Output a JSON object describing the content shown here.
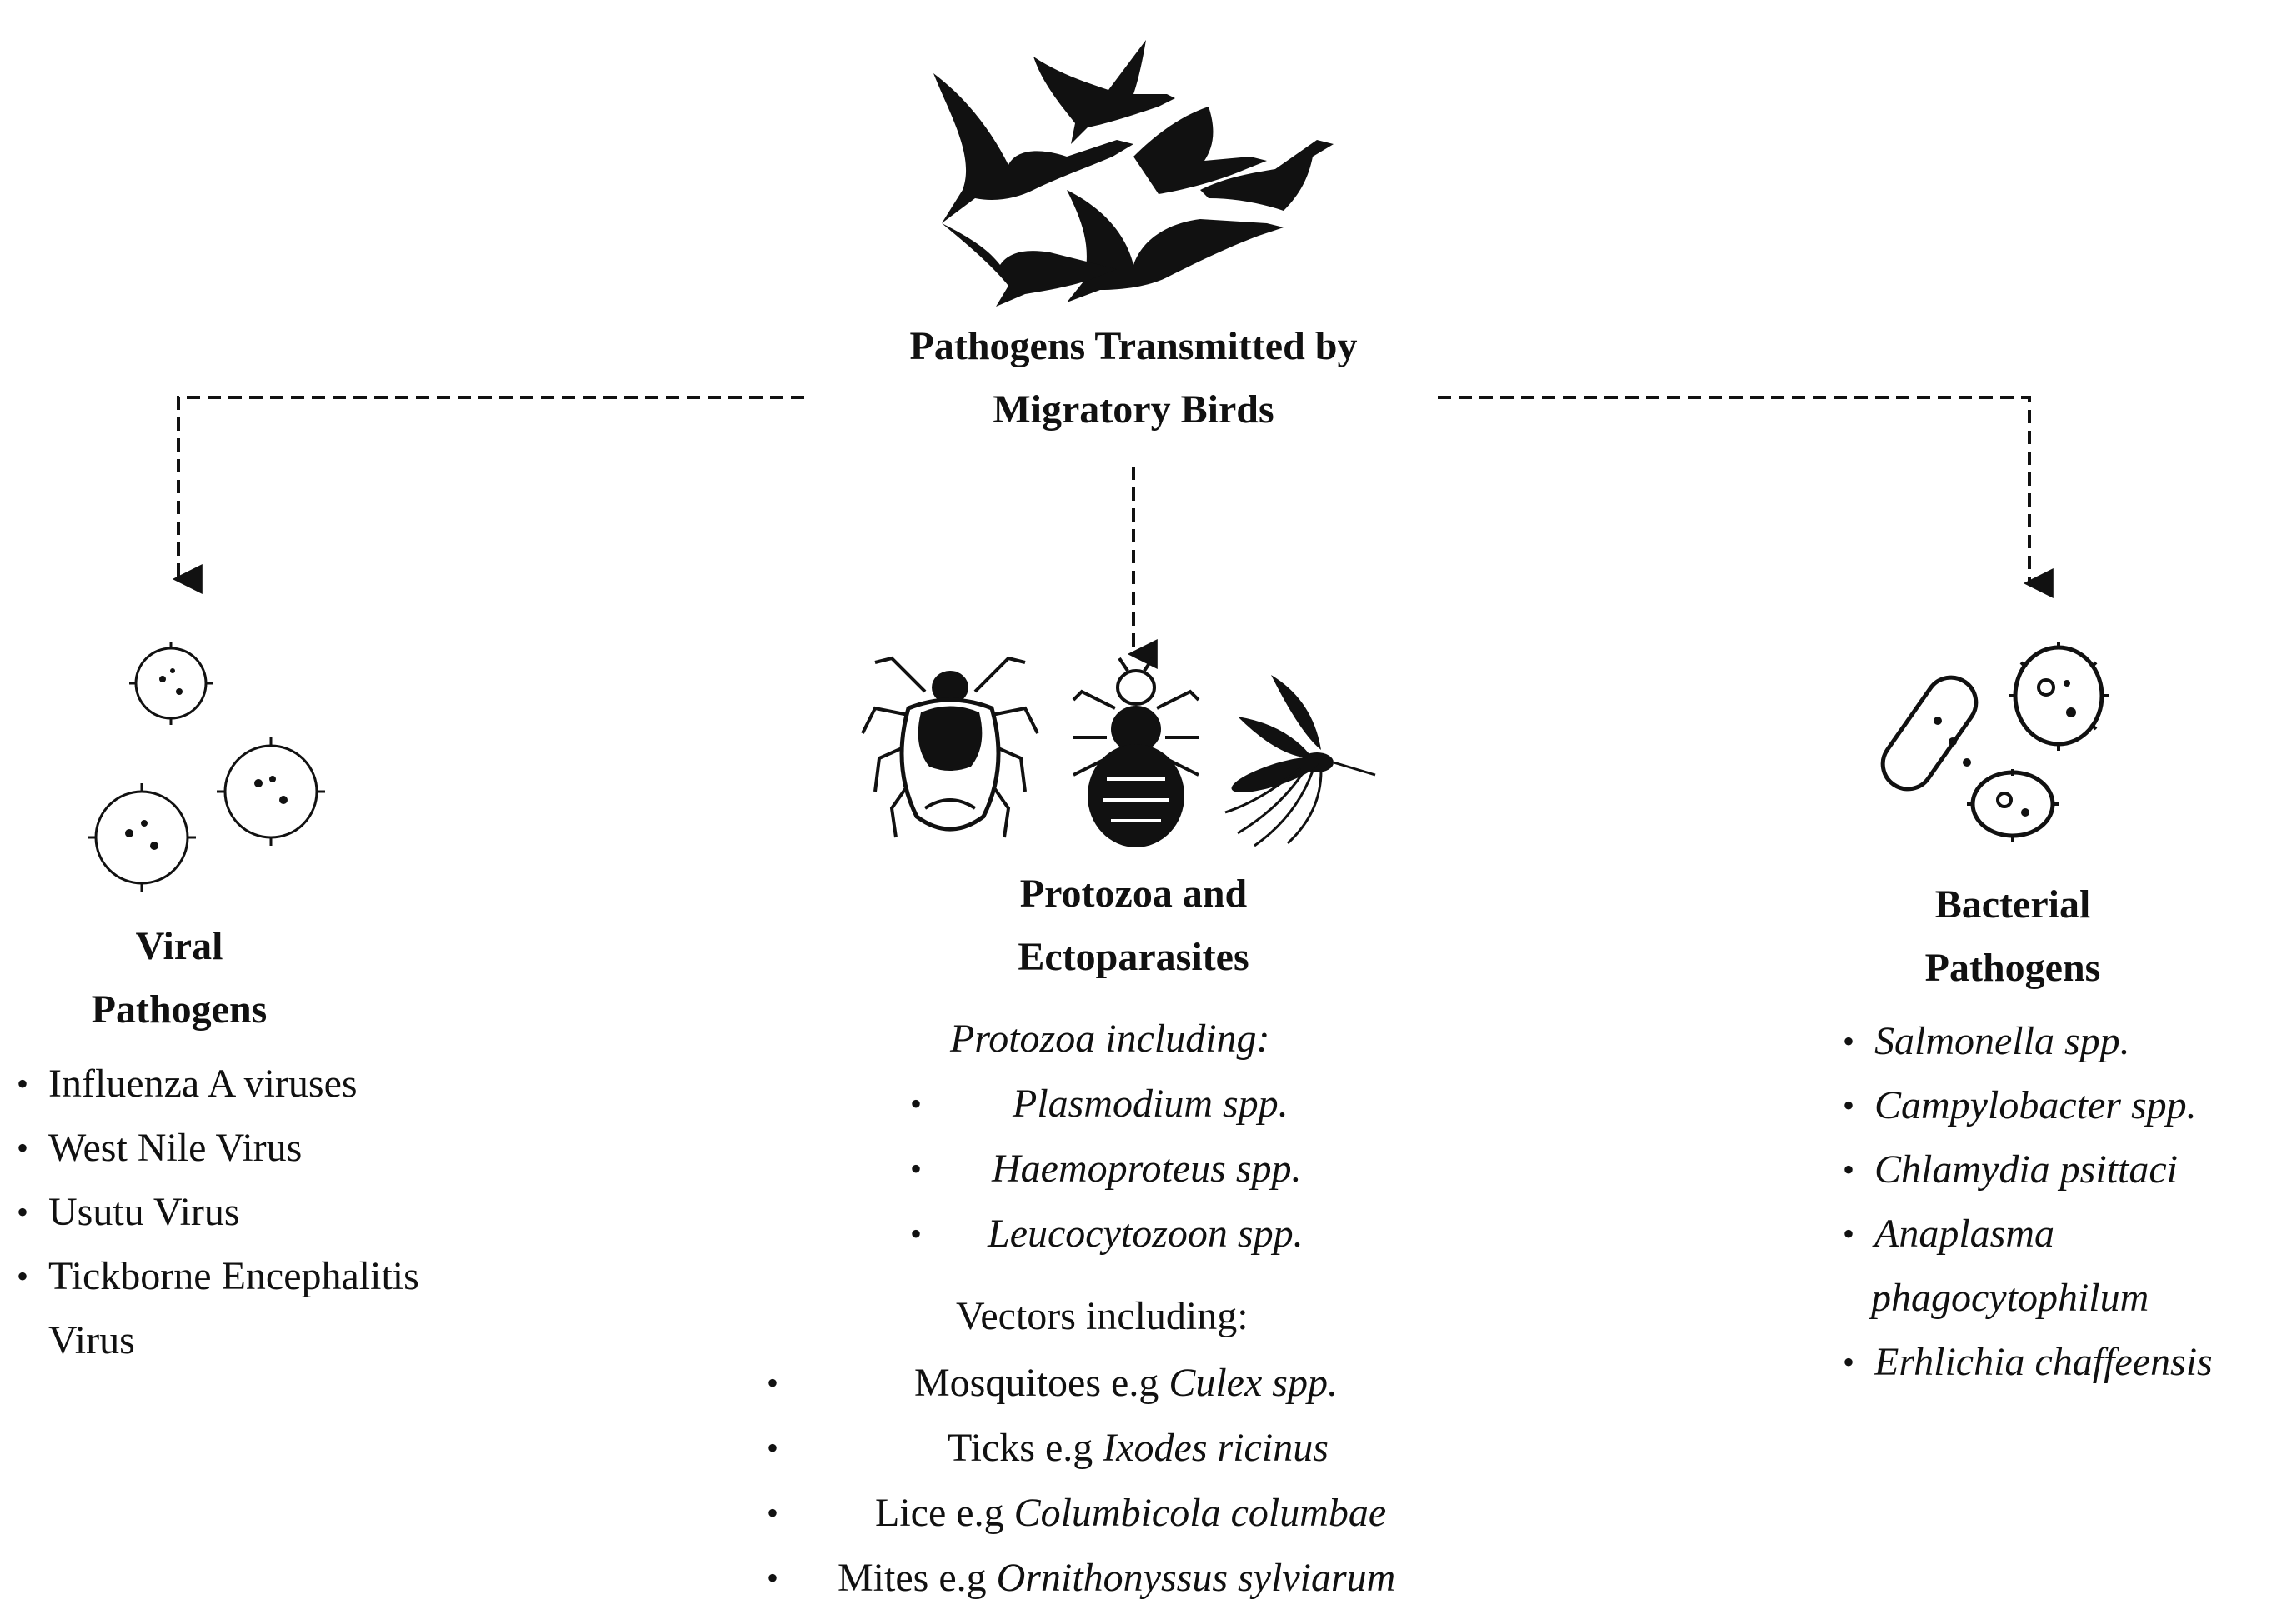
{
  "center": {
    "title_line1": "Pathogens Transmitted by",
    "title_line2": "Migratory Birds",
    "icon": "migratory-birds-icon"
  },
  "viral": {
    "title_line1": "Viral",
    "title_line2": "Pathogens",
    "icon": "virus-icon",
    "items": [
      "Influenza A viruses",
      "West Nile Virus",
      "Usutu Virus",
      "Tickborne Encephalitis",
      "Virus"
    ]
  },
  "protozoa": {
    "title_line1": "Protozoa and",
    "title_line2": "Ectoparasites",
    "icons": [
      "tick-icon",
      "louse-icon",
      "mosquito-icon"
    ],
    "protozoa_heading": "Protozoa including:",
    "protozoa_items": [
      "Plasmodium spp.",
      "Haemoproteus spp.",
      "Leucocytozoon spp."
    ],
    "vectors_heading": "Vectors including:",
    "vectors": [
      {
        "prefix": "Mosquitoes e.g",
        "species": "Culex spp."
      },
      {
        "prefix": "Ticks e.g",
        "species": "Ixodes ricinus"
      },
      {
        "prefix": "Lice e.g",
        "species": "Columbicola columbae"
      },
      {
        "prefix": "Mites e.g",
        "species": "Ornithonyssus sylviarum"
      }
    ]
  },
  "bacterial": {
    "title_line1": "Bacterial",
    "title_line2": "Pathogens",
    "icon": "bacteria-icon",
    "items": [
      "Salmonella spp.",
      "Campylobacter spp.",
      "Chlamydia psittaci",
      "Anaplasma",
      "phagocytophilum",
      "Erhlichia chaffeensis"
    ]
  },
  "colors": {
    "ink": "#111111",
    "background": "#ffffff"
  }
}
